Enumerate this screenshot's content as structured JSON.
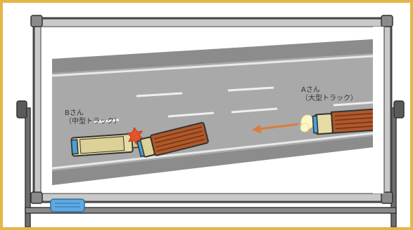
{
  "colors": {
    "border": "#E5B646",
    "road": "#A7A7A7",
    "road_dark": "#8A8A8A",
    "board_frame": "#6E6E6E",
    "truck_a_cargo": "#B0582A",
    "truck_b_cab": "#E6DDA6",
    "arrow": "#E07A3A",
    "cab_window": "#4AA0D8",
    "eraser": "#5FA9E0",
    "impact": "#E8512B",
    "headlight": "#FFF6C8"
  },
  "icons": {
    "board": "whiteboard",
    "truck_a": "large-truck",
    "truck_b": "medium-truck",
    "arrow": "left-arrow",
    "impact": "collision-star",
    "headlights": "headlight-beam",
    "eraser": "whiteboard-eraser"
  },
  "labels": {
    "truck_a_name": "Aさん",
    "truck_a_type": "（大型トラック）",
    "truck_b_name": "Bさん",
    "truck_b_type": "（中型トラック）"
  }
}
